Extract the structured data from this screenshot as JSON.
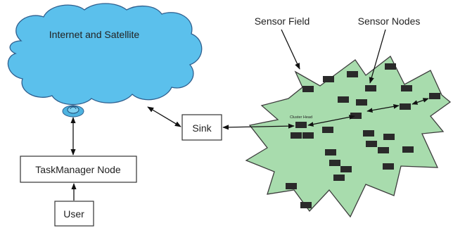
{
  "labels": {
    "cloud": "Internet and Satellite",
    "sink": "Sink",
    "task_manager": "TaskManager Node",
    "user": "User",
    "sensor_field": "Sensor Field",
    "sensor_nodes": "Sensor Nodes",
    "cluster_head": "Cluster Head"
  },
  "colors": {
    "cloud_fill": "#5bc0ec",
    "cloud_stroke": "#2f5f8e",
    "field_fill": "#a8dcad",
    "field_stroke": "#3c3c3c",
    "node_fill": "#2a2a2a",
    "box_stroke": "#333333",
    "arrow": "#111111"
  },
  "icons": {
    "antenna": "satellite-dish-icon",
    "sensor": "sensor-node-icon"
  }
}
